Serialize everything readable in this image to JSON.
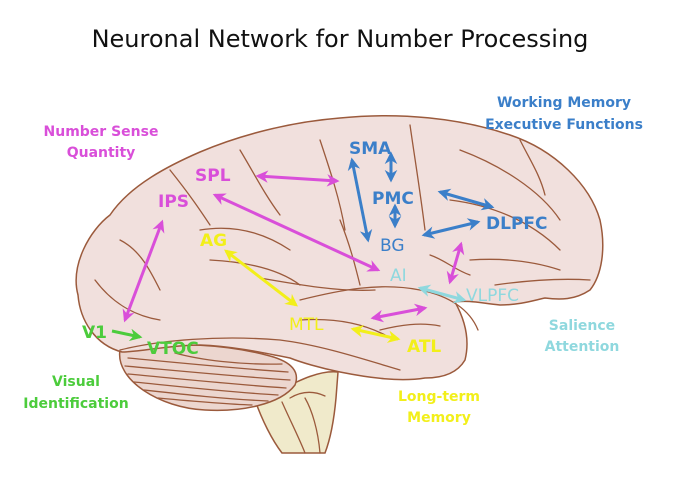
{
  "title": "Neuronal Network for Number Processing",
  "colors": {
    "magenta": "#d94fd9",
    "blue": "#3b7fc9",
    "cyan": "#8fd8de",
    "yellow": "#f2ef1a",
    "green": "#4ccc3c",
    "brain": "#f1e0dd",
    "outline": "#9b5a3c",
    "brainstem": "#f0eacb"
  },
  "groups": [
    {
      "id": "number_sense",
      "lines": [
        "Number Sense",
        "Quantity"
      ],
      "color": "magenta"
    },
    {
      "id": "working_memory",
      "lines": [
        "Working Memory",
        "Executive Functions"
      ],
      "color": "blue"
    },
    {
      "id": "salience",
      "lines": [
        "Salience",
        "Attention"
      ],
      "color": "cyan"
    },
    {
      "id": "visual",
      "lines": [
        "Visual",
        "Identification"
      ],
      "color": "green"
    },
    {
      "id": "long_term",
      "lines": [
        "Long-term",
        "Memory"
      ],
      "color": "yellow"
    }
  ],
  "regions": [
    {
      "id": "SMA",
      "label": "SMA",
      "color": "blue"
    },
    {
      "id": "PMC",
      "label": "PMC",
      "color": "blue"
    },
    {
      "id": "BG",
      "label": "BG",
      "color": "blue"
    },
    {
      "id": "DLPFC",
      "label": "DLPFC",
      "color": "blue"
    },
    {
      "id": "SPL",
      "label": "SPL",
      "color": "magenta"
    },
    {
      "id": "IPS",
      "label": "IPS",
      "color": "magenta"
    },
    {
      "id": "AG",
      "label": "AG",
      "color": "yellow"
    },
    {
      "id": "MTL",
      "label": "MTL",
      "color": "yellow"
    },
    {
      "id": "ATL",
      "label": "ATL",
      "color": "yellow"
    },
    {
      "id": "AI",
      "label": "AI",
      "color": "cyan"
    },
    {
      "id": "VLPFC",
      "label": "VLPFC",
      "color": "cyan"
    },
    {
      "id": "V1",
      "label": "V1",
      "color": "green"
    },
    {
      "id": "VTOC",
      "label": "VTOC",
      "color": "green"
    }
  ],
  "connections": [
    {
      "from": "SPL",
      "to": "SMA",
      "color": "magenta",
      "type": "bidirectional"
    },
    {
      "from": "IPS",
      "to": "V1",
      "color": "magenta",
      "type": "bidirectional"
    },
    {
      "from": "SPL",
      "to": "AI",
      "color": "magenta",
      "type": "bidirectional"
    },
    {
      "from": "MTL",
      "to": "AI",
      "color": "magenta",
      "type": "bidirectional"
    },
    {
      "from": "DLPFC",
      "to": "VLPFC",
      "color": "magenta",
      "type": "bidirectional"
    },
    {
      "from": "SMA",
      "to": "BG",
      "color": "blue",
      "type": "bidirectional"
    },
    {
      "from": "SMA",
      "to": "PMC",
      "color": "blue",
      "type": "bidirectional"
    },
    {
      "from": "PMC",
      "to": "BG",
      "color": "blue",
      "type": "bidirectional"
    },
    {
      "from": "PMC",
      "to": "DLPFC",
      "color": "blue",
      "type": "bidirectional"
    },
    {
      "from": "BG",
      "to": "DLPFC",
      "color": "blue",
      "type": "bidirectional"
    },
    {
      "from": "AG",
      "to": "MTL",
      "color": "yellow",
      "type": "bidirectional"
    },
    {
      "from": "MTL",
      "to": "ATL",
      "color": "yellow",
      "type": "bidirectional"
    },
    {
      "from": "AI",
      "to": "VLPFC",
      "color": "cyan",
      "type": "bidirectional"
    },
    {
      "from": "V1",
      "to": "VTOC",
      "color": "green",
      "type": "unidirectional"
    }
  ]
}
